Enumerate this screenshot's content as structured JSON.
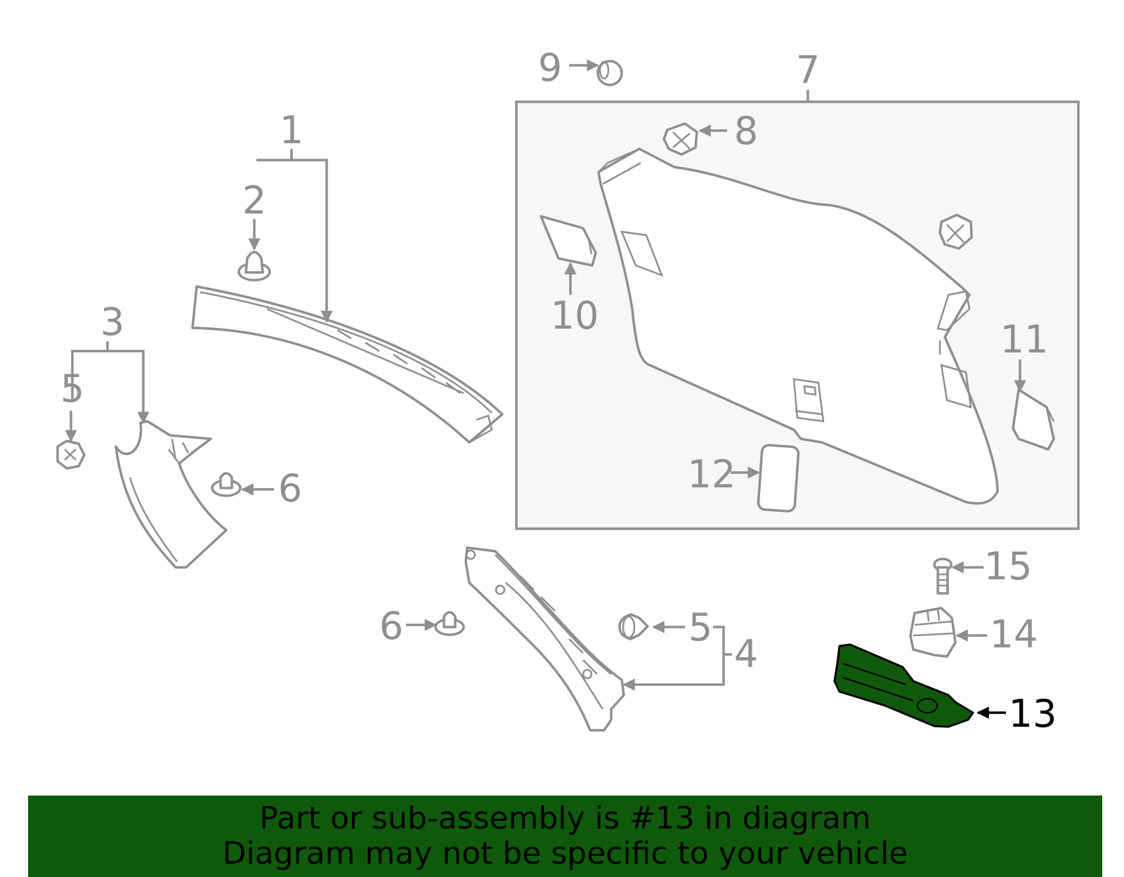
{
  "callouts": {
    "c1": "1",
    "c2": "2",
    "c3": "3",
    "c4": "4",
    "c5a": "5",
    "c5b": "5",
    "c6a": "6",
    "c6b": "6",
    "c7": "7",
    "c8": "8",
    "c9": "9",
    "c10": "10",
    "c11": "11",
    "c12": "12",
    "c13": "13",
    "c14": "14",
    "c15": "15"
  },
  "highlighted_part": "13",
  "banner": {
    "line1": "Part or sub-assembly is #13 in diagram",
    "line2": "Diagram may not be specific to your vehicle"
  },
  "colors": {
    "banner_bg": "#0f5a0a",
    "highlight_part": "#0f5a0a",
    "line_art": "#8f8f8f",
    "box_fill": "#f7f7f7"
  }
}
